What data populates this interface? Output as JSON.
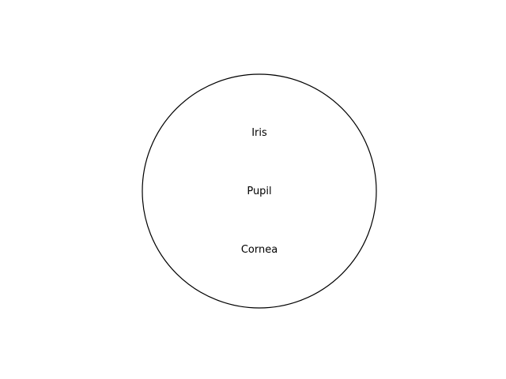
{
  "diagram": {
    "shape": "circle",
    "stroke_color": "#000000",
    "fill_color": "#ffffff",
    "labels": {
      "top": "Iris",
      "middle": "Pupil",
      "bottom": "Cornea"
    }
  }
}
